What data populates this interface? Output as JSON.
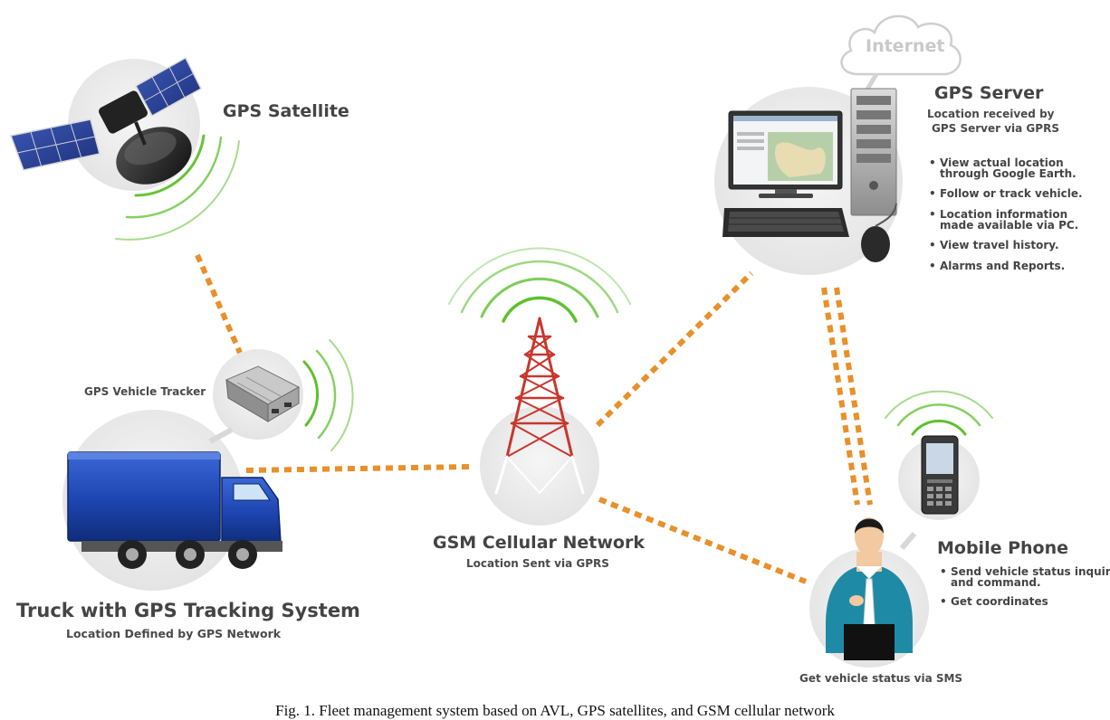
{
  "satellite": {
    "title": "GPS Satellite"
  },
  "server": {
    "title": "GPS Server",
    "subtitle_line1": "Location received by",
    "subtitle_line2": "GPS Server via GPRS",
    "cloud_label": "Internet",
    "bullets": [
      [
        "View actual location",
        "through Google Earth."
      ],
      [
        "Follow or track vehicle."
      ],
      [
        "Location information",
        "made available via PC."
      ],
      [
        "View travel history."
      ],
      [
        "Alarms and Reports."
      ]
    ]
  },
  "tracker": {
    "label": "GPS Vehicle Tracker"
  },
  "truck": {
    "title": "Truck with GPS Tracking System",
    "subtitle": "Location Defined by GPS Network"
  },
  "tower": {
    "title": "GSM Cellular Network",
    "subtitle": "Location Sent via GPRS"
  },
  "phone": {
    "title": "Mobile Phone",
    "bullets": [
      [
        "Send vehicle status inquiry",
        "and command."
      ],
      [
        "Get coordinates"
      ]
    ]
  },
  "person": {
    "label": "Get vehicle status via SMS"
  },
  "caption": "Fig. 1. Fleet management system based on AVL, GPS satellites, and GSM cellular network",
  "colors": {
    "link": "#e8902a",
    "signal": "#5ec02e",
    "circle": "#ececec",
    "tower": "#c8372d",
    "truck": "#1f47a8",
    "shirt": "#1e8aa6"
  }
}
